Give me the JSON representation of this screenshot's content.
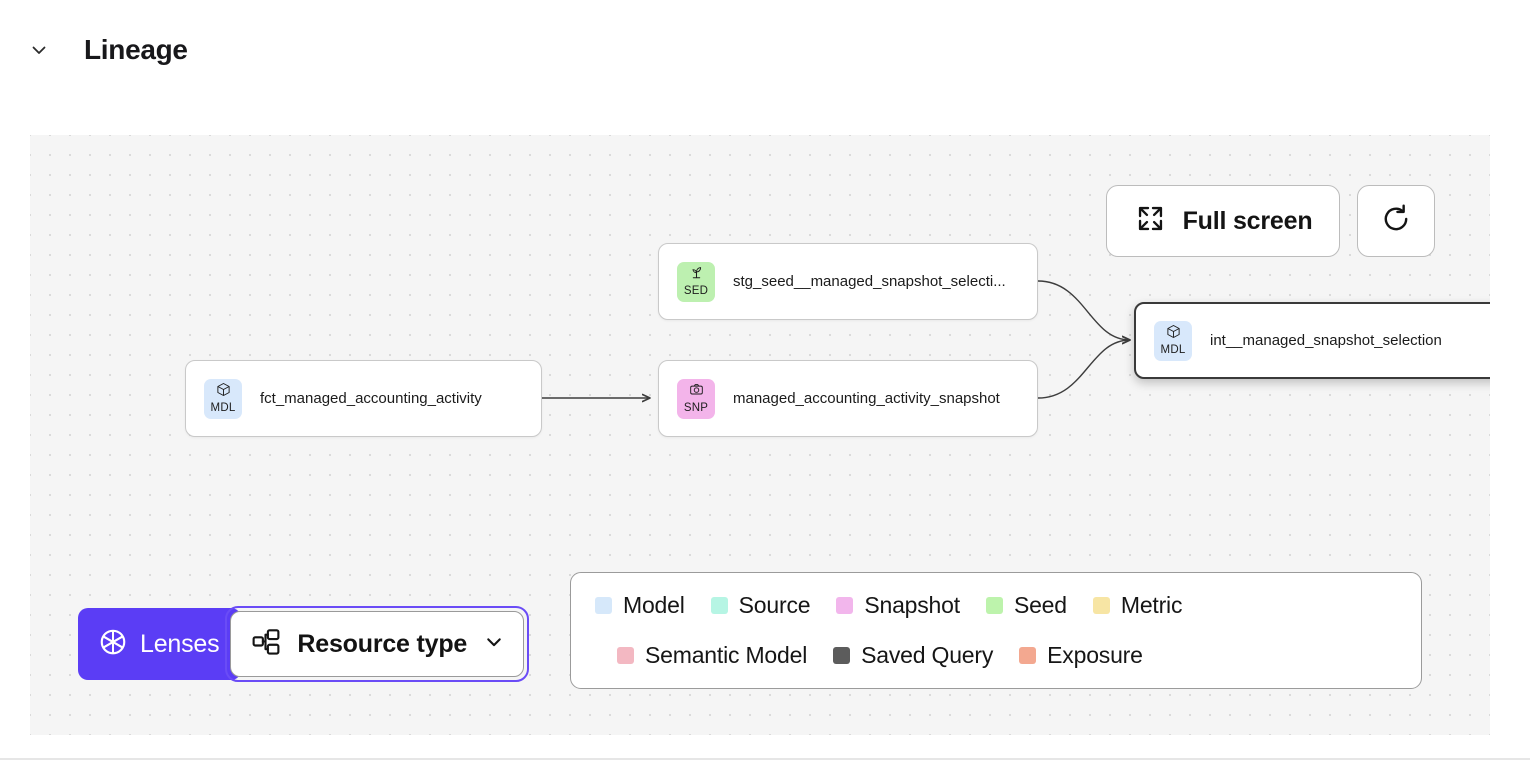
{
  "header": {
    "title": "Lineage",
    "collapse_icon": "chevron-down-icon"
  },
  "toolbar": {
    "fullscreen_label": "Full screen",
    "fullscreen_icon": "expand-icon",
    "refresh_icon": "refresh-icon"
  },
  "controls": {
    "lenses_label": "Lenses",
    "lenses_icon": "aperture-icon",
    "resource_type_label": "Resource type",
    "resource_type_icon": "hierarchy-icon",
    "resource_type_chevron": "chevron-down-icon",
    "accent_color": "#5b3df5",
    "focus_ring_color": "#6a4cf6"
  },
  "graph": {
    "nodes": [
      {
        "id": "fct_managed_accounting_activity",
        "label": "fct_managed_accounting_activity",
        "type": "Model",
        "abbr": "MDL",
        "icon": "cube-icon",
        "badge_color": "#d8e8fb",
        "selected": false
      },
      {
        "id": "stg_seed__managed_snapshot_selection",
        "label": "stg_seed__managed_snapshot_selecti...",
        "type": "Seed",
        "abbr": "SED",
        "icon": "sprout-icon",
        "badge_color": "#bdf0b0",
        "selected": false
      },
      {
        "id": "managed_accounting_activity_snapshot",
        "label": "managed_accounting_activity_snapshot",
        "type": "Snapshot",
        "abbr": "SNP",
        "icon": "camera-icon",
        "badge_color": "#f3b4ea",
        "selected": false
      },
      {
        "id": "int__managed_snapshot_selection",
        "label": "int__managed_snapshot_selection",
        "type": "Model",
        "abbr": "MDL",
        "icon": "cube-icon",
        "badge_color": "#d8e8fb",
        "selected": true
      }
    ],
    "edges": [
      {
        "from": "fct_managed_accounting_activity",
        "to": "managed_accounting_activity_snapshot"
      },
      {
        "from": "stg_seed__managed_snapshot_selection",
        "to": "int__managed_snapshot_selection"
      },
      {
        "from": "managed_accounting_activity_snapshot",
        "to": "int__managed_snapshot_selection"
      }
    ]
  },
  "legend": {
    "row1": [
      {
        "label": "Model",
        "color": "#d6e8fa"
      },
      {
        "label": "Source",
        "color": "#b6f5e4"
      },
      {
        "label": "Snapshot",
        "color": "#f2b6ec"
      },
      {
        "label": "Seed",
        "color": "#bdf3ac"
      },
      {
        "label": "Metric",
        "color": "#f7e5a4"
      }
    ],
    "row2": [
      {
        "label": "Semantic Model",
        "color": "#f3b8c2"
      },
      {
        "label": "Saved Query",
        "color": "#5c5c5c"
      },
      {
        "label": "Exposure",
        "color": "#f3a890"
      }
    ]
  }
}
